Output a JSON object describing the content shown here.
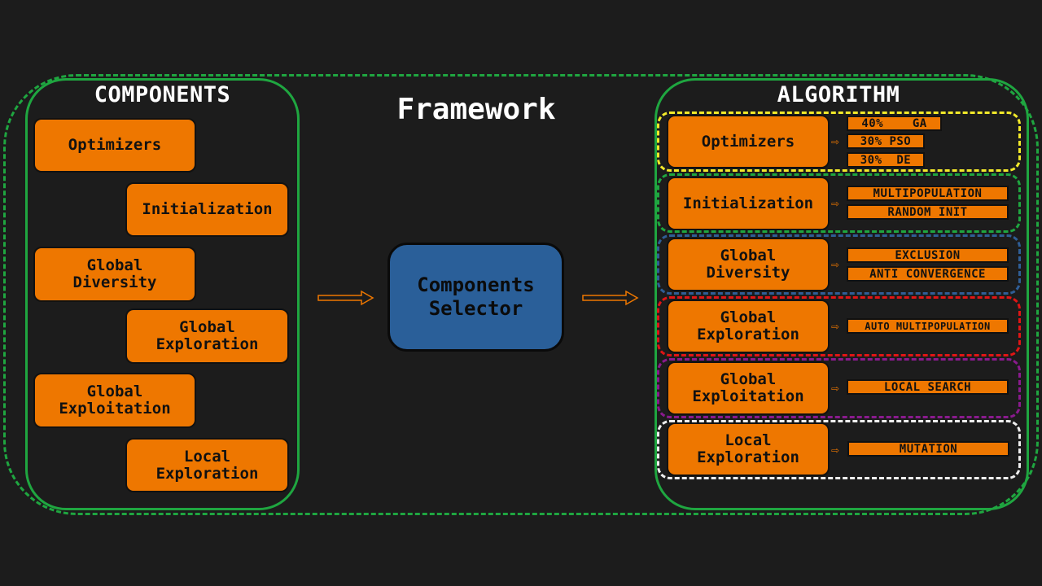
{
  "title": "Framework",
  "components": {
    "heading": "COMPONENTS",
    "items": [
      "Optimizers",
      "Initialization",
      "Global\nDiversity",
      "Global\nExploration",
      "Global\nExploitation",
      "Local\nExploration"
    ]
  },
  "selector": {
    "label": "Components\nSelector"
  },
  "algorithm": {
    "heading": "ALGORITHM",
    "groups": [
      {
        "label": "Optimizers",
        "color": "#f2e92a",
        "tags": [
          "40%    GA",
          "30% PSO",
          "30%  DE"
        ]
      },
      {
        "label": "Initialization",
        "color": "#1fa640",
        "tags": [
          "MULTIPOPULATION",
          "RANDOM INIT"
        ]
      },
      {
        "label": "Global\nDiversity",
        "color": "#2f5e96",
        "tags": [
          "EXCLUSION",
          "ANTI CONVERGENCE"
        ]
      },
      {
        "label": "Global\nExploration",
        "color": "#e01515",
        "tags": [
          "AUTO MULTIPOPULATION"
        ]
      },
      {
        "label": "Global\nExploitation",
        "color": "#8a1a8e",
        "tags": [
          "LOCAL SEARCH"
        ]
      },
      {
        "label": "Local\nExploration",
        "color": "#eeeeee",
        "tags": [
          "MUTATION"
        ]
      }
    ]
  },
  "colors": {
    "accent_orange": "#ee7700",
    "frame_green": "#1fa640",
    "selector_blue": "#2a5f99",
    "background": "#1c1c1c"
  }
}
